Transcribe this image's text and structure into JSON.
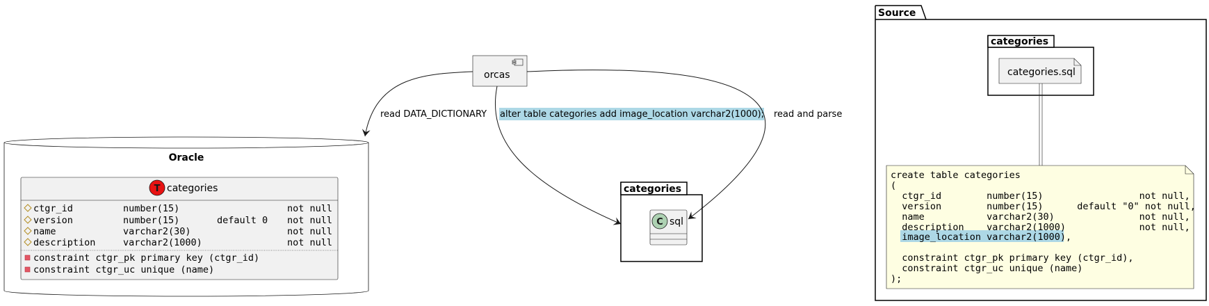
{
  "component": {
    "label": "orcas"
  },
  "edges": {
    "read_dictionary": "read DATA_DICTIONARY",
    "alter": "alter table categories add image_location varchar2(1000);",
    "read_parse": "read and parse"
  },
  "oracle": {
    "title": "Oracle",
    "entity": {
      "badge": "T",
      "name": "categories",
      "columns": [
        {
          "name": "ctgr_id",
          "type": "number(15)",
          "default": "",
          "null": "not null"
        },
        {
          "name": "version",
          "type": "number(15)",
          "default": "default 0",
          "null": "not null"
        },
        {
          "name": "name",
          "type": "varchar2(30)",
          "default": "",
          "null": "not null"
        },
        {
          "name": "description",
          "type": "varchar2(1000)",
          "default": "",
          "null": "not null"
        }
      ],
      "constraints": [
        "constraint ctgr_pk primary key (ctgr_id)",
        "constraint ctgr_uc unique (name)"
      ]
    }
  },
  "categories_package": {
    "title": "categories",
    "class": {
      "badge": "C",
      "name": "sql"
    }
  },
  "source": {
    "title": "Source",
    "package_title": "categories",
    "file": "categories.sql",
    "note_lines": [
      "create table categories",
      "(",
      "  ctgr_id        number(15)                 not null,",
      "  version        number(15)      default \"0\" not null,",
      "  name           varchar2(30)               not null,",
      "  description    varchar2(1000)             not null,",
      "  image_location varchar2(1000),",
      "",
      "  constraint ctgr_pk primary key (ctgr_id),",
      "  constraint ctgr_uc unique (name)",
      ");"
    ],
    "highlight_line_index": 6
  },
  "colors": {
    "node_fill": "#f1f1f1",
    "note_fill": "#fefee2",
    "highlight": "#add8e6",
    "entity_badge": "#e81313",
    "class_badge": "#add1b2"
  }
}
